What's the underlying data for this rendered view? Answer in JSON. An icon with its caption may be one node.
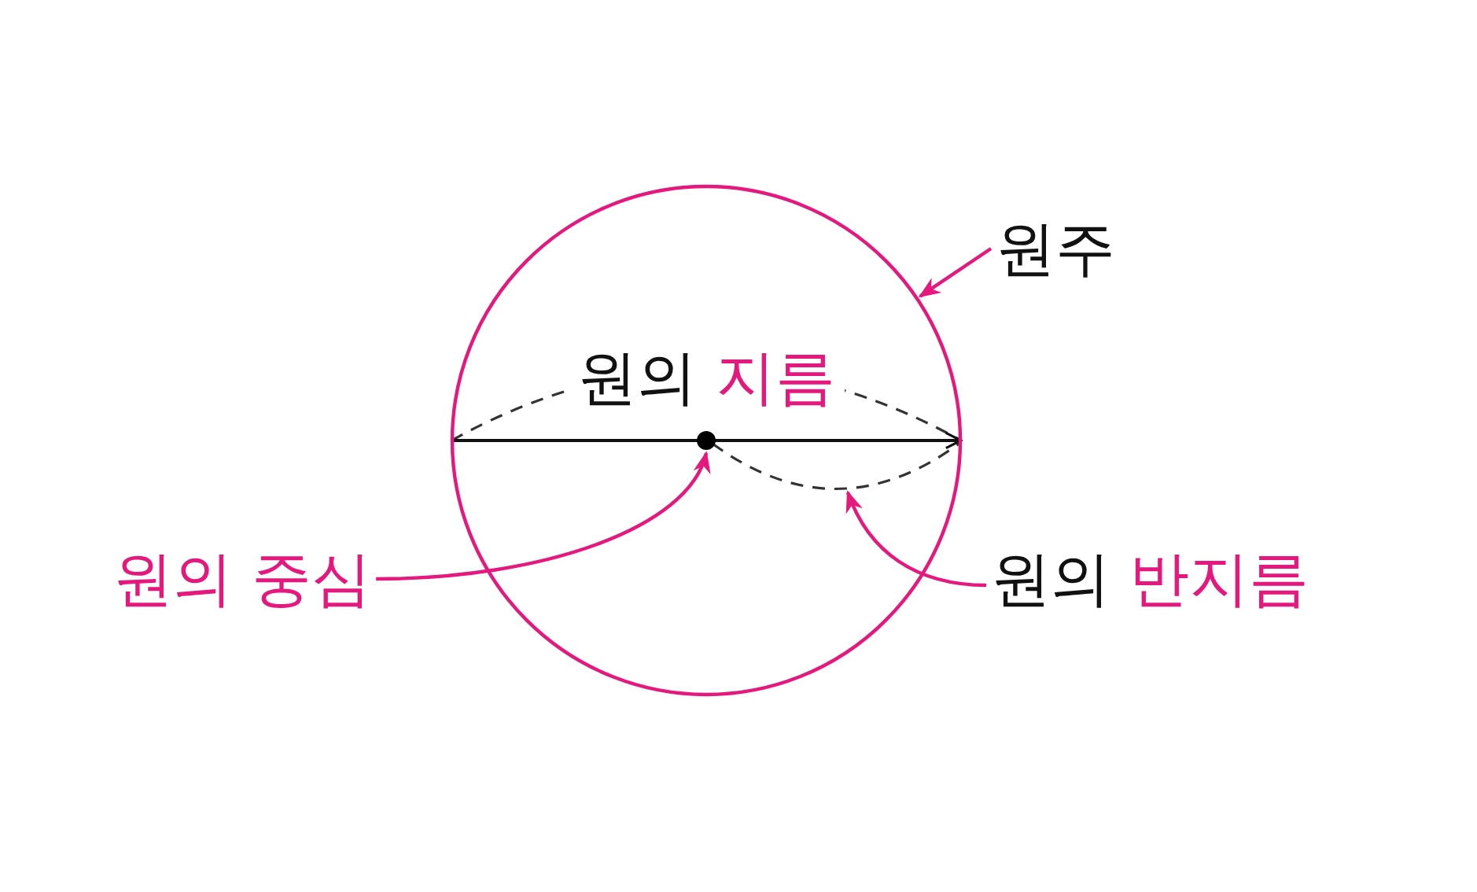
{
  "diagram": {
    "nodes": [
      {
        "text": [],
        "shape": "circle"
      },
      {
        "text": [
          "원주"
        ]
      },
      {
        "text": [],
        "shape": "circle",
        "in": 0
      },
      {
        "text": [
          "원의 중심"
        ]
      },
      {
        "text": [
          "원의 **반지름**"
        ]
      }
    ],
    "edges": [
      {
        "from": 1,
        "to": 0,
        "arrow": "to"
      },
      {
        "from": 3,
        "to": 2,
        "arrow": "to"
      },
      {
        "from": 4,
        "to": null,
        "arrow": "to"
      }
    ],
    "labels": [
      "원의 **지름**"
    ]
  }
}
